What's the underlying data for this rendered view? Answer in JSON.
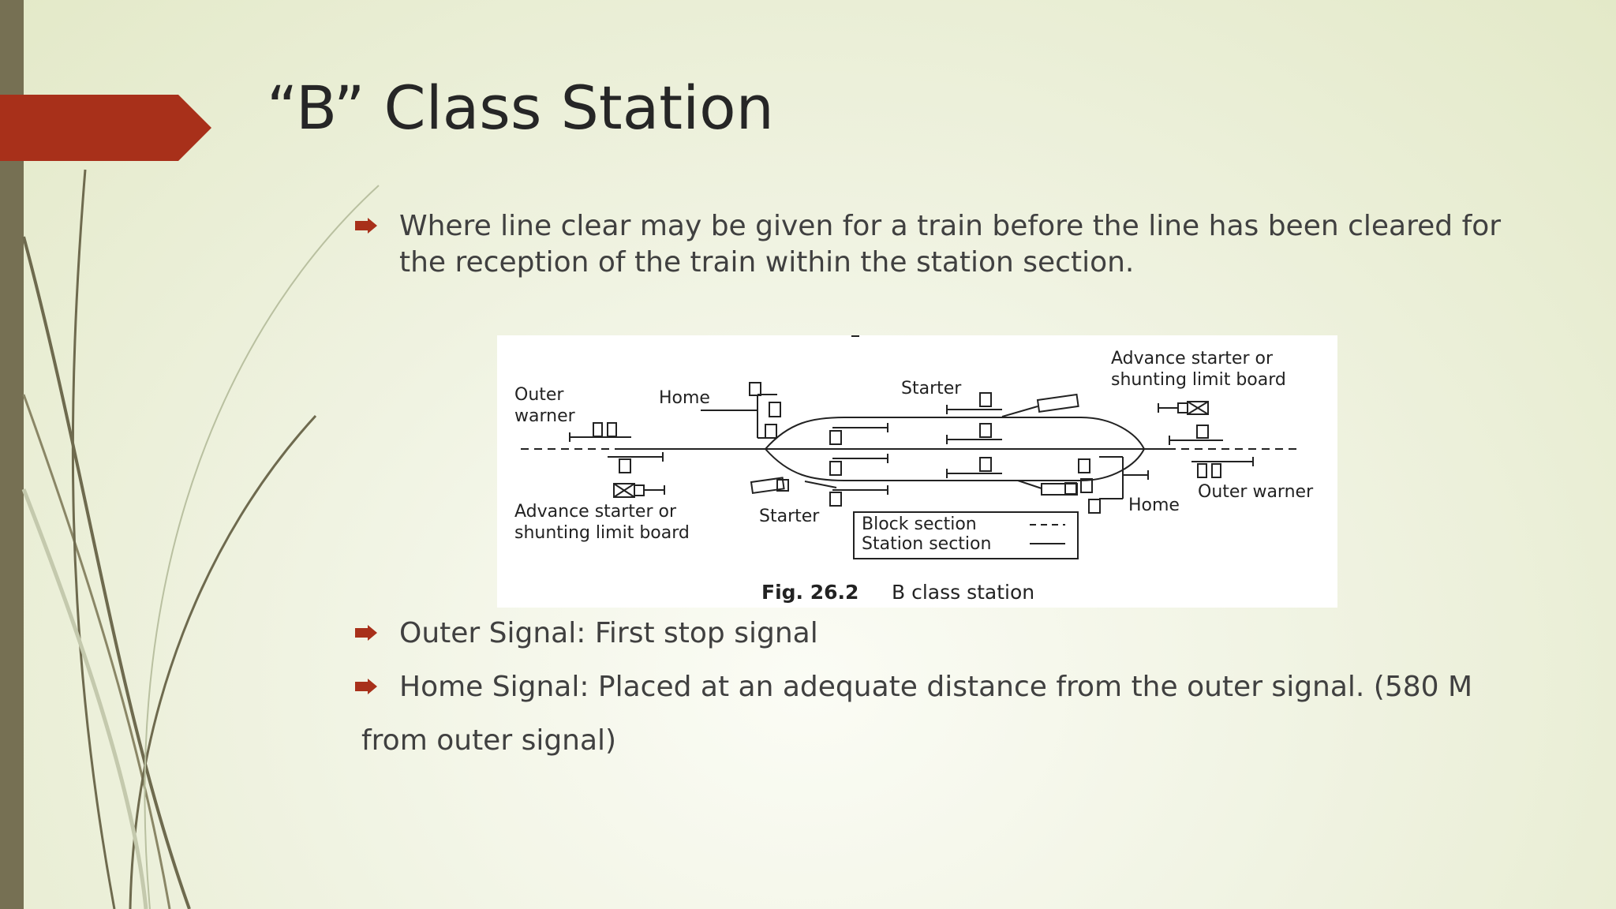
{
  "slide": {
    "title": "“B” Class Station",
    "bullets": [
      "Where line clear may be given for a train before the line has been cleared for the reception of the train within the station section.",
      "Outer Signal: First stop signal",
      "Home Signal: Placed at an adequate distance from the outer signal. (580 M"
    ],
    "continuation": "from outer signal)"
  },
  "figure": {
    "labels": {
      "outer_warner_left_1": "Outer",
      "outer_warner_left_2": "warner",
      "home_left": "Home",
      "starter_top": "Starter",
      "advance_right_1": "Advance starter or",
      "advance_right_2": "shunting limit board",
      "advance_left_1": "Advance starter or",
      "advance_left_2": "shunting limit board",
      "starter_bottom": "Starter",
      "home_right": "Home",
      "outer_warner_right": "Outer warner"
    },
    "legend": {
      "block": "Block section",
      "station": "Station section"
    },
    "caption_num": "Fig. 26.2",
    "caption_text": "B class station"
  },
  "colors": {
    "accent": "#a8301a",
    "sidebar": "#767053",
    "text": "#404040",
    "title": "#262626"
  }
}
